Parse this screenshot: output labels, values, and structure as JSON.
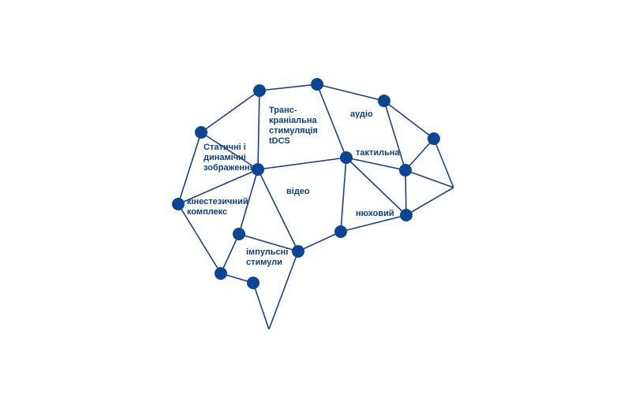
{
  "labels": {
    "tdcs": [
      "Транс-",
      "краніальна",
      "стимуляція",
      "tDCS"
    ],
    "audio": "аудіо",
    "static_dynamic": [
      "Статичні і",
      "динамічні",
      "зображення"
    ],
    "tactile": "тактильна",
    "video": "відео",
    "kinesthetic": [
      "кінестезичний",
      "комплекс"
    ],
    "olfactory": "нюховий",
    "impulse": [
      "імпульсні",
      "стимули"
    ]
  },
  "colors": {
    "node": "#0a4596",
    "edge": "#1c3f8a",
    "text": "#0a3f8a"
  }
}
